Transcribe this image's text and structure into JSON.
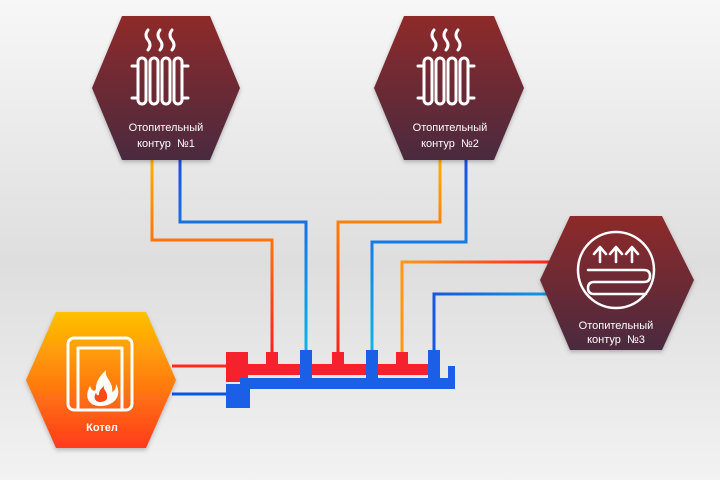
{
  "circuits": [
    {
      "line1": "Отопительный",
      "line2": "контур  №1",
      "icon": "radiator-icon"
    },
    {
      "line1": "Отопительный",
      "line2": "контур  №2",
      "icon": "radiator-icon"
    },
    {
      "line1": "Отопительный",
      "line2": "контур  №3",
      "icon": "underfloor-heating-icon"
    }
  ],
  "boiler": {
    "label": "Котел",
    "icon": "boiler-fire-icon"
  },
  "colors": {
    "circuit_top": "#8e2a2a",
    "circuit_bottom": "#4a2b3f",
    "boiler_top": "#ffbd00",
    "boiler_bottom": "#ff3e1a",
    "supply": "#ff2a1a",
    "return": "#0a55e0",
    "manifold_supply": "#f5222d",
    "manifold_return": "#1a5fe6"
  }
}
